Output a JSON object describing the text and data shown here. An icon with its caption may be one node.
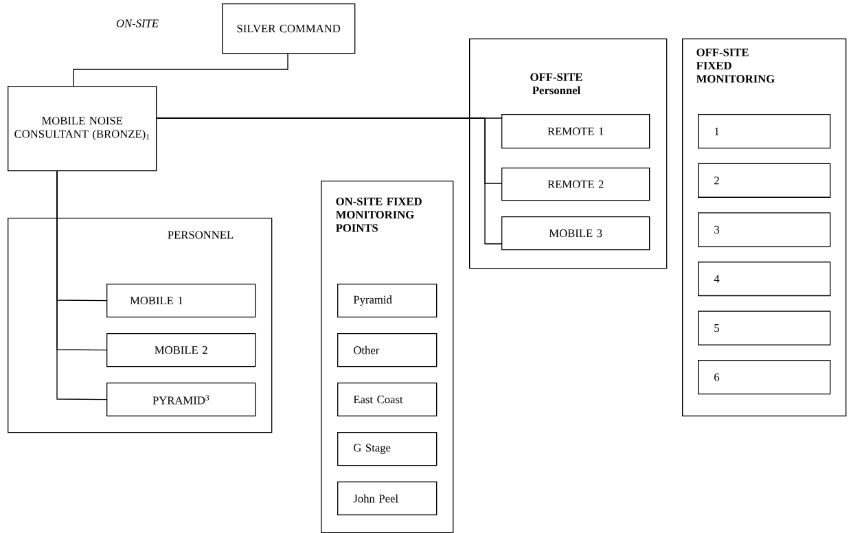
{
  "diagram": {
    "nodes": [
      {
        "text": [
          "SILVER COMMAND"
        ]
      },
      {
        "text": [
          "MOBILE NOISE CONSULTANT (BRONZE)$_{1}$"
        ]
      },
      {
        "text": [
          "PERSONNEL"
        ]
      },
      {
        "text": [
          "MOBILE 1"
        ],
        "in": 2
      },
      {
        "text": [
          "MOBILE 2"
        ],
        "in": 2
      },
      {
        "text": [
          "PYRAMID$^{3}$"
        ],
        "in": 2
      },
      {
        "text": [
          "ON-SITE FIXED MONITORING POINTS"
        ]
      },
      {
        "text": [
          "Pyramid"
        ],
        "in": 6
      },
      {
        "text": [
          "Other"
        ],
        "in": 6
      },
      {
        "text": [
          "East Coast"
        ],
        "in": 6
      },
      {
        "text": [
          "G Stage"
        ],
        "in": 6
      },
      {
        "text": [
          "John Peel"
        ],
        "in": 6
      },
      {
        "text": [
          "OFF-SITE Personnel"
        ]
      },
      {
        "text": [
          "REMOTE 1"
        ],
        "in": 12
      },
      {
        "text": [
          "REMOTE 2"
        ],
        "in": 12
      },
      {
        "text": [
          "MOBILE 3"
        ],
        "in": 12
      },
      {
        "text": [
          "OFF-SITE FIXED MONITORING"
        ]
      },
      {
        "text": [
          "1"
        ],
        "in": 16
      },
      {
        "text": [
          "2"
        ],
        "in": 16
      },
      {
        "text": [
          "3"
        ],
        "in": 16
      },
      {
        "text": [
          "4"
        ],
        "in": 16
      },
      {
        "text": [
          "5"
        ],
        "in": 16
      },
      {
        "text": [
          "6"
        ],
        "in": 16
      }
    ],
    "edges": [
      {
        "from": 0,
        "to": 1,
        "arrow": "none"
      },
      {
        "from": 1,
        "to": 3,
        "arrow": "none"
      },
      {
        "from": 1,
        "to": 4,
        "arrow": "none"
      },
      {
        "from": 1,
        "to": 5,
        "arrow": "none"
      },
      {
        "from": 1,
        "to": 13,
        "arrow": "none"
      },
      {
        "from": 1,
        "to": 14,
        "arrow": "none"
      },
      {
        "from": 1,
        "to": 15,
        "arrow": "none"
      }
    ],
    "labels": [
      "ON-SITE"
    ]
  }
}
